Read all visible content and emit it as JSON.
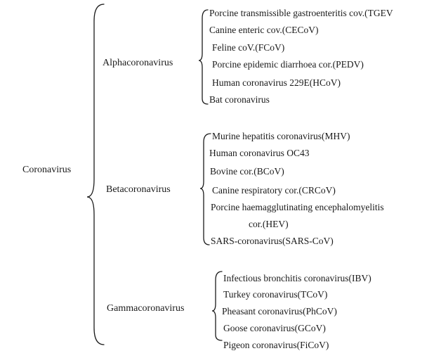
{
  "root": "Coronavirus",
  "genera": [
    {
      "name": "Alphacoronavirus",
      "species": [
        "Porcine transmissible gastroenteritis cov.(TGEV",
        "Canine enteric cov.(CECoV)",
        "Feline coV.(FCoV)",
        "Porcine epidemic diarrhoea cor.(PEDV)",
        "Human coronavirus 229E(HCoV)",
        "Bat coronavirus"
      ]
    },
    {
      "name": "Betacoronavirus",
      "species": [
        "Murine hepatitis coronavirus(MHV)",
        "Human coronavirus OC43",
        "Bovine cor.(BCoV)",
        "Canine respiratory cor.(CRCoV)",
        "Porcine haemagglutinating encephalomyelitis",
        "cor.(HEV)",
        "SARS-coronavirus(SARS-CoV)"
      ]
    },
    {
      "name": "Gammacoronavirus",
      "species": [
        "Infectious bronchitis coronavirus(IBV)",
        "Turkey coronavirus(TCoV)",
        "Pheasant coronavirus(PhCoV)",
        "Goose coronavirus(GCoV)",
        "Pigeon coronavirus(FiCoV)"
      ]
    }
  ]
}
